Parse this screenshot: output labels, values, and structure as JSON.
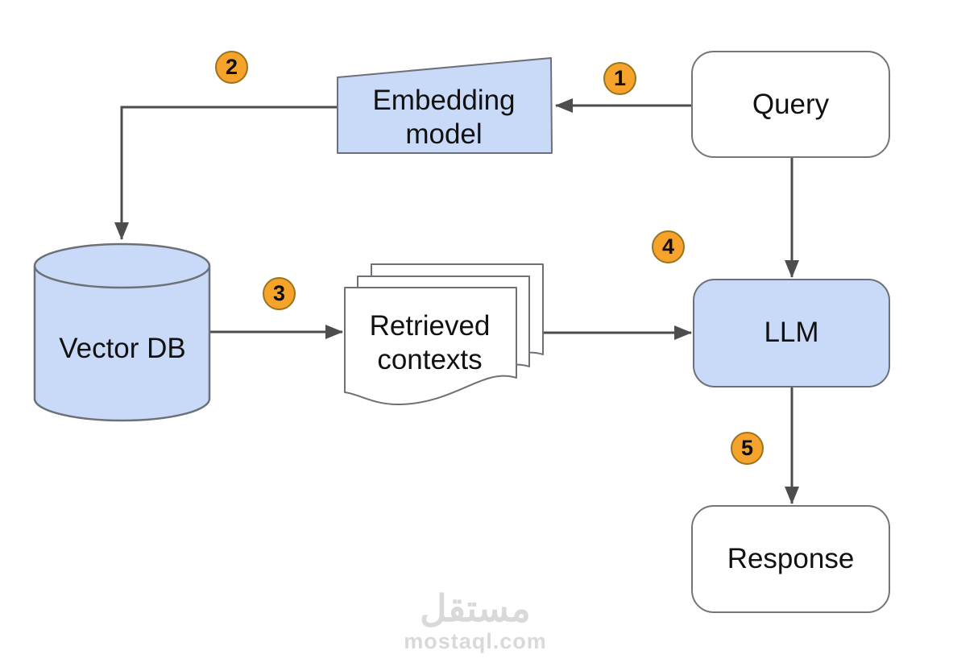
{
  "diagram": {
    "nodes": {
      "query": {
        "label": "Query",
        "shape": "rounded-rectangle"
      },
      "embedding_model": {
        "label": "Embedding model",
        "shape": "slanted-quadrilateral"
      },
      "vector_db": {
        "label": "Vector DB",
        "shape": "cylinder"
      },
      "retrieved_contexts": {
        "label": "Retrieved contexts",
        "shape": "document-stack"
      },
      "llm": {
        "label": "LLM",
        "shape": "rounded-rectangle"
      },
      "response": {
        "label": "Response",
        "shape": "rounded-rectangle"
      }
    },
    "steps": [
      "1",
      "2",
      "3",
      "4",
      "5"
    ],
    "edges": [
      {
        "from": "query",
        "to": "embedding_model",
        "step": "1"
      },
      {
        "from": "embedding_model",
        "to": "vector_db",
        "step": "2"
      },
      {
        "from": "vector_db",
        "to": "retrieved_contexts",
        "step": "3"
      },
      {
        "from": "retrieved_contexts",
        "to": "llm",
        "step": "4"
      },
      {
        "from": "query",
        "to": "llm",
        "step": ""
      },
      {
        "from": "llm",
        "to": "response",
        "step": "5"
      }
    ],
    "colors": {
      "node_fill_blue": "#c9daf8",
      "node_fill_white": "#ffffff",
      "node_border": "#6d7177",
      "arrow": "#4d4d4d",
      "badge_fill": "#f5a32b",
      "badge_border": "#9a741f",
      "label_text": "#111111",
      "watermark": "#d9d9d9"
    }
  },
  "watermark": {
    "logo_text": "مستقل",
    "site_text": "mostaql.com"
  }
}
